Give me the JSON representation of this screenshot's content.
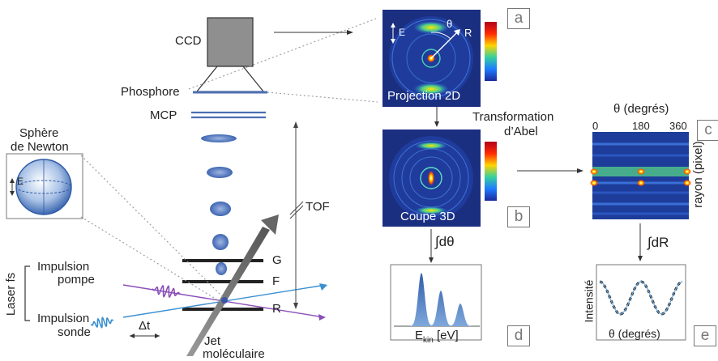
{
  "colors": {
    "laser_pompe": "#8a4fb8",
    "laser_sonde": "#3a8fd0",
    "electrode": "#222222",
    "detector_blue": "#4d6fb3",
    "panel_bg_dark": "#1b2f80"
  },
  "labels": {
    "ccd": "CCD",
    "phosphore": "Phosphore",
    "mcp": "MCP",
    "sphere_l1": "Sphère",
    "sphere_l2": "de Newton",
    "sphere_e": "E",
    "tof": "TOF",
    "g": "G",
    "f": "F",
    "r": "R",
    "impulsion_pompe_1": "Impulsion",
    "impulsion_pompe_2": "pompe",
    "impulsion_sonde_1": "Impulsion",
    "impulsion_sonde_2": "sonde",
    "laser_fs": "Laser fs",
    "delta_t": "Δt",
    "jet_1": "Jet",
    "jet_2": "moléculaire",
    "panel_a_e": "E",
    "panel_a_theta": "θ",
    "panel_a_r": "R",
    "projection": "Projection 2D",
    "abel_1": "Transformation",
    "abel_2": "d’Abel",
    "coupe": "Coupe 3D",
    "int_dtheta": "∫dθ",
    "theta_deg_top": "θ (degrés)",
    "tick_0": "0",
    "tick_180": "180",
    "tick_360": "360",
    "rayon": "rayon (pixel)",
    "int_dr": "∫dR",
    "intensite": "Intensité",
    "theta_deg_bottom": "θ (degrés)",
    "ekin_e": "E",
    "ekin_sub": "kin",
    "ekin_unit": "[eV]"
  },
  "panel_letters": [
    "a",
    "b",
    "c",
    "d",
    "e"
  ]
}
